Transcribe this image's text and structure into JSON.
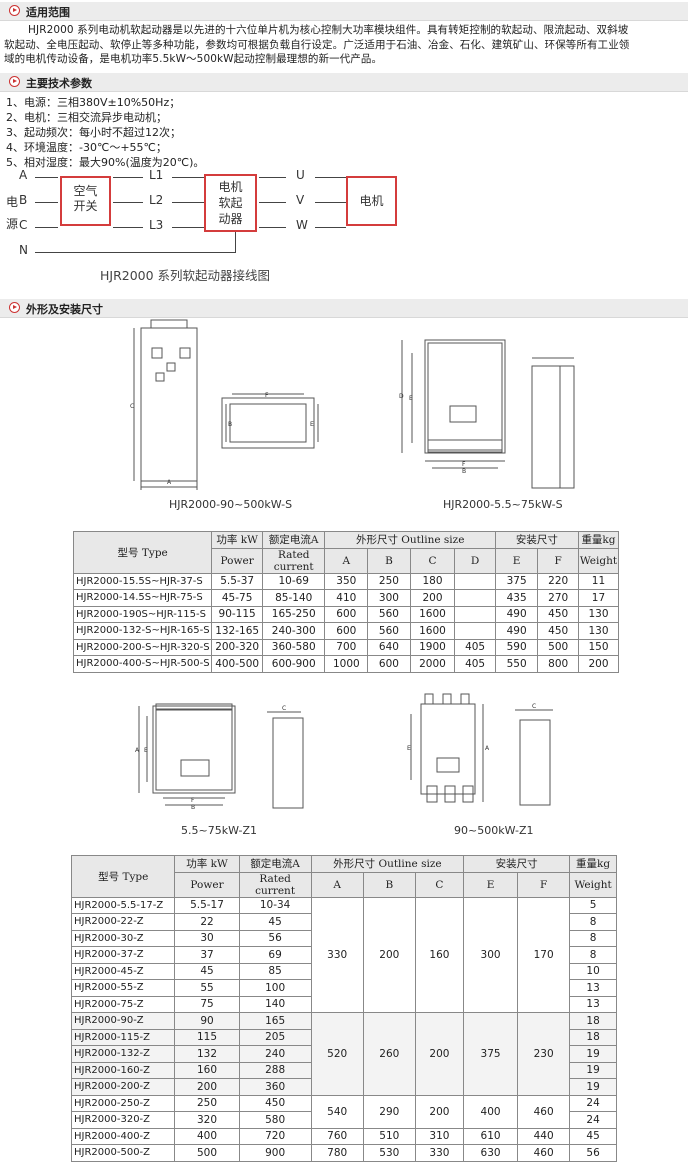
{
  "sections": {
    "scope_title": "适用范围",
    "tech_title": "主要技术参数",
    "dims_title": "外形及安装尺寸"
  },
  "scope_lines": [
    "HJR2000 系列电动机软起动器是以先进的十六位单片机为核心控制大功率模块组件。具有转矩控制的软起动、限流起动、双斜坡",
    "软起动、全电压起动、软停止等多种功能，参数均可根据负载自行设定。广泛适用于石油、冶金、石化、建筑矿山、环保等所有工业领",
    "域的电机传动设备，是电机功率5.5kW～500kW起动控制最理想的新一代产品。"
  ],
  "specs": [
    "1、电源：三相380V±10%50Hz；",
    "2、电机：三相交流异步电动机；",
    "3、起动频次：每小时不超过12次；",
    "4、环境温度：-30℃～+55℃；",
    "5、相对湿度：最大90%(温度为20℃)。"
  ],
  "wiring": {
    "phase_a": "A",
    "phase_b": "B",
    "phase_c": "C",
    "neutral": "N",
    "src_1": "电",
    "src_2": "源",
    "l1": "L1",
    "l2": "L2",
    "l3": "L3",
    "u": "U",
    "v": "V",
    "w": "W",
    "breaker_1": "空气",
    "breaker_2": "开关",
    "starter_1": "电机",
    "starter_2": "软起",
    "starter_3": "动器",
    "motor": "电机",
    "caption": "HJR2000 系列软起动器接线图"
  },
  "captions": {
    "s_large": "HJR2000-90~500kW-S",
    "s_small": "HJR2000-5.5~75kW-S",
    "z_small": "5.5~75kW-Z1",
    "z_large": "90~500kW-Z1"
  },
  "table_s": {
    "h_model": "型号 Type",
    "h_power_cn": "功率 kW",
    "h_power_en": "Power",
    "h_current_cn": "额定电流A",
    "h_current_en": "Rated current",
    "h_outline": "外形尺寸 Outline size",
    "h_install": "安装尺寸",
    "h_weight_cn": "重量kg",
    "h_weight_en": "Weight",
    "cols": [
      "A",
      "B",
      "C",
      "D",
      "E",
      "F"
    ],
    "rows": [
      [
        "HJR2000-15.5S~HJR-37-S",
        "5.5-37",
        "10-69",
        "350",
        "250",
        "180",
        "",
        "375",
        "220",
        "11"
      ],
      [
        "HJR2000-14.5S~HJR-75-S",
        "45-75",
        "85-140",
        "410",
        "300",
        "200",
        "",
        "435",
        "270",
        "17"
      ],
      [
        "HJR2000-190S~HJR-115-S",
        "90-115",
        "165-250",
        "600",
        "560",
        "1600",
        "",
        "490",
        "450",
        "130"
      ],
      [
        "HJR2000-132-S~HJR-165-S",
        "132-165",
        "240-300",
        "600",
        "560",
        "1600",
        "",
        "490",
        "450",
        "130"
      ],
      [
        "HJR2000-200-S~HJR-320-S",
        "200-320",
        "360-580",
        "700",
        "640",
        "1900",
        "405",
        "590",
        "500",
        "150"
      ],
      [
        "HJR2000-400-S~HJR-500-S",
        "400-500",
        "600-900",
        "1000",
        "600",
        "2000",
        "405",
        "550",
        "800",
        "200"
      ]
    ]
  },
  "table_z": {
    "h_model": "型号 Type",
    "h_power_cn": "功率 kW",
    "h_power_en": "Power",
    "h_current_cn": "额定电流A",
    "h_current_en": "Rated current",
    "h_outline": "外形尺寸 Outline size",
    "h_install": "安装尺寸",
    "h_weight_cn": "重量kg",
    "h_weight_en": "Weight",
    "cols": [
      "A",
      "B",
      "C",
      "E",
      "F"
    ],
    "rows": [
      [
        "HJR2000-5.5-17-Z",
        "5.5-17",
        "10-34",
        "5"
      ],
      [
        "HJR2000-22-Z",
        "22",
        "45",
        "8"
      ],
      [
        "HJR2000-30-Z",
        "30",
        "56",
        "8"
      ],
      [
        "HJR2000-37-Z",
        "37",
        "69",
        "8"
      ],
      [
        "HJR2000-45-Z",
        "45",
        "85",
        "10"
      ],
      [
        "HJR2000-55-Z",
        "55",
        "100",
        "13"
      ],
      [
        "HJR2000-75-Z",
        "75",
        "140",
        "13"
      ],
      [
        "HJR2000-90-Z",
        "90",
        "165",
        "18"
      ],
      [
        "HJR2000-115-Z",
        "115",
        "205",
        "18"
      ],
      [
        "HJR2000-132-Z",
        "132",
        "240",
        "19"
      ],
      [
        "HJR2000-160-Z",
        "160",
        "288",
        "19"
      ],
      [
        "HJR2000-200-Z",
        "200",
        "360",
        "19"
      ],
      [
        "HJR2000-250-Z",
        "250",
        "450",
        "24"
      ],
      [
        "HJR2000-320-Z",
        "320",
        "580",
        "24"
      ],
      [
        "HJR2000-400-Z",
        "400",
        "720",
        "45"
      ],
      [
        "HJR2000-500-Z",
        "500",
        "900",
        "56"
      ]
    ],
    "group1": [
      "330",
      "200",
      "160",
      "300",
      "170"
    ],
    "group2": [
      "520",
      "260",
      "200",
      "375",
      "230"
    ],
    "group3": [
      "540",
      "290",
      "200",
      "400",
      "460"
    ],
    "row_400": [
      "760",
      "510",
      "310",
      "610",
      "440"
    ],
    "row_500": [
      "780",
      "530",
      "330",
      "630",
      "460"
    ]
  },
  "dim_labels": {
    "a": "A",
    "b": "B",
    "c": "C",
    "d": "D",
    "e": "E",
    "f": "F"
  }
}
